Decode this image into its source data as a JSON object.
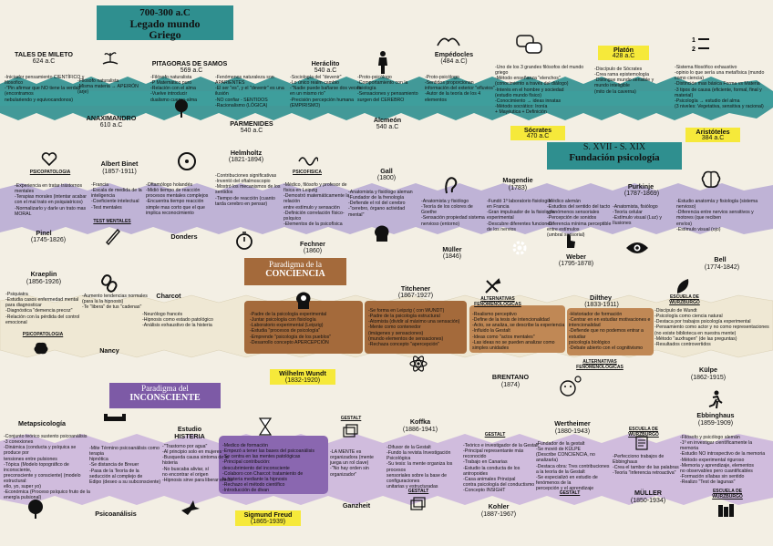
{
  "header": {
    "era": "700-300 a.C",
    "title1": "Legado mundo",
    "title2": "Griego"
  },
  "sections": {
    "psico": {
      "era": "S. XVII - S. XIX",
      "title": "Fundación psicología"
    },
    "conciencia": {
      "small": "Paradigma de la",
      "big": "CONCIENCIA"
    },
    "inconsciente": {
      "small": "Paradigma del",
      "big": "INCONSCIENTE"
    }
  },
  "greek": {
    "tales": {
      "name": "TALES DE MILETO",
      "date": "624 a.C",
      "text": "-Iniciador pensamiento CIENTÍFICO y filosofico\n-\"Pin afirmar que NO tiene la verdad (encontramos\nnebulariendo y equivocandonos)"
    },
    "anaximandro": {
      "name": "ANAXIMANDRO",
      "date": "610 a.C",
      "text": "-Filosofo naturalista\n-Misma materia → APEIRÓN\n(arje)"
    },
    "pitagoras": {
      "name": "PITAGORAS DE SAMOS",
      "date": "569 a.C",
      "text": "-Filósofo naturalista\n-P Matemático puro\n-Relación con el alma\n-Vuelve introducir\n dualismo cuerpo-alma"
    },
    "parmenides": {
      "name": "PARMENIDES",
      "date": "540 a.C",
      "text": "-Fenómenos naturaleza son APARIENTES\n-El ser \"es\", y el \"devenir\" es una ilusión\n-NO confiar - SENTIDOS\n-Racionalismo (LÓGICA)"
    },
    "heraclito": {
      "name": "Heráclito",
      "date": "540 a.C",
      "text": "-Sociología del \"devenir\"\n-Lo único realm cambio\n-\"Nadie puede bañarse dos veces\n en un mismo rio\"\n-Precisión percepción humana (EMPIRISMO)"
    },
    "alcmeon": {
      "name": "Alcmeón",
      "date": "540 a.C",
      "text": "-Proto-psicólogo\n-Comportamiento con la fisiología\n-Sensaciones y pensamiento\n surgen del CEREBRO"
    },
    "empedocles": {
      "name": "Empédocles",
      "date": "(484 a.C)",
      "text": "-Proto-psicólogo\n-Sentidos proporcionan\n información del exterior \"efluvios\"\n-Autor de la teoría de los 4 elementos"
    },
    "socrates": {
      "name": "Sócrates",
      "date": "470 a.C",
      "text": "-Uno de los 3 grandes filósofos del mundo griego\n-Método enseñanza \"elenchos\"\n(conocimiento a través del diálogo)\n-Interés en el hombre y sociedad\n (estudio mundo físico)\n-Conocimiento → ideas innatas\n-Método socrático: Ironía\n + Mayéutica + Definición"
    },
    "platon": {
      "name": "Platón",
      "date": "428 a.C",
      "text": "-Discípulo de Sócrates\n-Crea rama epistemología\n-Distingue mundo sensible y mundo inteligible\n (mito de la caverna)"
    },
    "aristoteles": {
      "name": "Aristóteles",
      "date": "384 a.C",
      "text": "-Sistema filosófico exhaustivo\n-opinio lo que sería una metafísica (mundo como ciencia)\n-Distinción mas básica Forma vs Materia\n-3 tipos de causa (eficiente, formal, final y material)\n-Psicología → estudio del alma\n (3 niveles: Vegetativa, sensitiva y racional)"
    }
  },
  "psico": {
    "icons": {
      "psicopatologia": "PSICOPATOLOGIA",
      "psicofisica": "PSICOFISICA",
      "test": "TEST MENTALES",
      "escuela": "ESCUELA DE WURZBURGO"
    },
    "binet": {
      "name": "Albert Binet",
      "date": "(1857-1911)",
      "text": "-Francia\n-Escala de medida de la inteligencia\n-Coeficiente intelectual\n-Test mentales"
    },
    "pinel": {
      "name": "Pinel",
      "date": "(1745-1826)",
      "text": "-Experiencia en tratar trastornos mentales\n-Terapias morales (intentar acabar con el mal trato en psiquiatricos)\n-Normalizarlo y darle un trato mas MORAL"
    },
    "donders": {
      "name": "Donders",
      "date": "",
      "text": "-Oftamólogo holandés\n-Midió tiempo de reacción\n procesos mentales complejos\n-Encuentra tiempo reacción\n simple mas corto que el que\n implica reconocimiento"
    },
    "helmholtz": {
      "name": "Helmholtz",
      "date": "(1821-1894)",
      "text": "-Contribuciones significativas\n-Inventó del oftalmoscopio\n-Mostró los mecanismos de los sentidos\n-Tiempo de reacción (cuanto tarda cerebro en pensar)"
    },
    "fechner": {
      "name": "Fechner",
      "date": "(1860)",
      "text": "-Médico, filósofo y profesor de física en Leipzig\n-Demostró matemáticamente la relación\n entre estímulo y sensación\n-Definición correlación físico-psíquico\n-Elementos de la psicofísica"
    },
    "gall": {
      "name": "Gall",
      "date": "(1800)",
      "text": "-Anatomista y fisiólogo aleman\n-Fundador de la frenología\n-Defiende el rol del cerebro\n-\"cerebro, órgano actividad mental\""
    },
    "muller": {
      "name": "Müller",
      "date": "(1846)",
      "text": "-Anatomista y fisiólogo\n-Teoría de los colores de Goethe\n-Sensación propiedad sistema nervioso (entorno)"
    },
    "magendie": {
      "name": "Magendie",
      "date": "(1783)",
      "text": "-Fundó 1º laboratorio fisiología en Francia\n-Gran impulsador de la fisiología experimental\n-Descubre diferentes funciones de los nervios"
    },
    "weber": {
      "name": "Weber",
      "date": "(1795-1878)",
      "text": "-Médico alemán\n-Estudios del sentido del tacto y fenómenos sensoriales\n-Percepción de sonidos\n-Diferencia mínima perceptible entre estímulos\n (umbral sensorial)"
    },
    "purkinje": {
      "name": "Purkinje",
      "date": "(1787-1869)",
      "text": "-Anatomista, fisiólogo\n-Teoría celular\n-Estímulo visual (Luz) y Ilusiones"
    },
    "bell": {
      "name": "Bell",
      "date": "(1774-1842)",
      "text": "-Estudio anatomía y fisiología (sistema nervioso)\n-Diferencia entre nervios sensitivos y motores (que reciben\n envíos)\n-Estímulo visual (ojo)"
    }
  },
  "conciencia": {
    "kraeplin": {
      "name": "Kraeplin",
      "date": "(1856-1926)",
      "text": "-Psiquiatra\n-Estudia casos enfermedad mental para diagnosticar\n-Diagnóstica \"demencia precoz\"\n-Relación con la pérdida del control emocional"
    },
    "nancy": {
      "name": "Nancy",
      "date": "",
      "text": "-Aumento tendencias normales (para la la hipnosis)\n-Te \"libera\" de tus \"cadenas\""
    },
    "charcot": {
      "name": "Charcot",
      "date": "",
      "text": "-Neurólogo francés\n-Hipnosis como estado patológico\n-Análisis exhaustivo de la histeria"
    },
    "wundt": {
      "name": "Wilhelm Wundt",
      "date": "(1832-1920)",
      "text": "-Padre de la psicología experimental\n-Juntar psicología con fisiología\n-Laboratorio experimental (Leipzig)\n-Estudia \"procesos de psicología\"\n-Emprende \"psicología de los pueblos\"\n-Desarrollo concepto APERCEPCIÓN"
    },
    "titchener": {
      "name": "Titchener",
      "date": "(1867-1927)",
      "text": "-Se forma en Leipzig ( con WUNDT)\n-Padre de la psicología estructural\n-Atomista (dividir al máximo una sensación)\n-Mente como contenedor\n (imágenes y sensaciones)\n (mundo elementos de sensaciones)\n-Rechaza concepto \"apercepción\""
    },
    "brentano": {
      "name": "BRENTANO",
      "date": "(1874)",
      "text": "-Realismo perceptivo\n-Define de la tesis de intencionalidad\n-Acto, se analiza, se describe la experiencia\n-Influido la Gestalt\n-Ideas como \"actos mentales\"\n-Las ideas no se pueden analizar como simples unidades"
    },
    "alternativas1": "ALTERNATIVAS FENOMENOLÓGICAS",
    "alternativas2": "ALTERNATIVAS FENOMENOLÓGICAS",
    "dilthey": {
      "name": "Dilthey",
      "date": "(1833-1911)",
      "text": "-Historiador de formación\n-Centrar en en estudiar motivaciones e intencionalidad\n-Defiende que no podemos entrar a estudiar\n psicología biológico\n-Debate abierto con el cognitivismo"
    },
    "kulpe": {
      "name": "Külpe",
      "date": "(1862-1915)",
      "text": "-Discípulo de Wundt\n-Psicología como ciencia natural\n-Destaca por trabajos psicología experimental\n-Pensamiento como actor y no como representaciones\n (no existe biblioteca en nuestra mente)\n-Método \"auxfragen\" (de las preguntas)\n-Resultados controvertidos"
    }
  },
  "inconsciente": {
    "metapsicologia": {
      "name": "Metapsicología",
      "text": "-Conjunto teórico sustento psicoanálisis\n-3 conexiones\n-Dinámica (conducta y psíquica se produce por\n tensiones entre pulsiones\n-Tópica (Modelo topográfico de inconsciente,\n preconsciente y consciente) (modelo estructural:\n ello, yo, super yo)\n-Económica (Proceso psíquico fruto de la energía pulsional)"
    },
    "psicoanalisis": {
      "name": "Psicoanálisis",
      "text": "-Mite Término psicoanálisis como terapia\n hipnótica\n-Se distancia de Breuer\n-Pasa de la Teoría de la\n seducción al complejo de\n Edipo (deseo a su subconsciente)"
    },
    "estudio": {
      "name": "Estudio HISTERIA",
      "text": "-\"Trastorno por agua\"\n-Al principio solo en mujeres\n-Busqueda causa sintoma de la histeria\n-No buscaba aliviar, sí\n no encontrar el origen\n-Hipnosis sirve para liberar efecto"
    },
    "freud": {
      "name": "Sigmund Freud",
      "date": "(1865-1939)",
      "text": "-Medico de formación\n-Empezó a tener las bases del psicoanálisis\n-Se centra en las mentes patológicas\n-Principal contribución:\n descubrimiento del inconsciente\n-Colaboro con Charcot: tratamiento de\n la histeria mediante la hipnosis\n-Rechazo el método científico\n-Introducción de divan"
    },
    "gestalt": "GESTALT",
    "ganzheit": {
      "name": "Ganzheit",
      "text": "-LA MENTE es organizadora (mente juega un rol clave)\n-\"No hay orden sin organizador\""
    },
    "koffka": {
      "name": "Koffka",
      "date": "(1886-1941)",
      "text": "-Difusor de la Gestalt\n-Fundo la revista Investigación Psicológica\n-Su tesis: la mente organiza los procesos\n sensoriales sobre la base de configuraciones\n unitarias y estructuradas"
    },
    "kohler": {
      "name": "Kohler",
      "date": "(1887-1967)",
      "text": "-Teórico e investigador de la Gestalt\n-Principal representante más reconocido\n-Trabajo en Canarias\n-Estudio la conducta de los antropoides\n-Casa animales Principal\n contra psicología del conductismo\n-Concepto INSIGHT"
    },
    "wertheimer": {
      "name": "Wertheimer",
      "date": "(1880-1943)",
      "text": "-Fundador de la gestalt\n-Se movió de KÜLPE\n (Describe CONCIENCIA, no analizarla)\n-Destaca obra: Tres contribuciones a la teoría de la Gestalt\n-Se especializó en estudio de fenómenos de la\n percepción y el aprendizaje"
    },
    "muller2": {
      "name": "MÜLLER",
      "date": "(1850-1934)",
      "text": "-Perfecciono trabajos de Ebbinghaus\n-Crea el tambor de las palabras\n-Teoría \"inferencia retroactiva\""
    },
    "ebbinghaus": {
      "name": "Ebbinghaus",
      "date": "(1859-1909)",
      "text": "-Filósofo y psicólogo alemán\n-1º en investigar científicamente la memoria\n-Estudio NO introspectivo de la memoria\n-Método experimental riguroso\n-Memoria y aprendizaje, elementos\n no observables pero cuantificables\n-Formación sílabas sin sentido\n-Realizo \"Test de lagunas\""
    },
    "escuela2": "ESCUELA DE WURZBURGO",
    "escuela3": "ESCUELA DE WURZBURGO"
  },
  "colors": {
    "teal": "#2f8f8f",
    "yellow": "#f6e93a",
    "purple": "#7d6ba7",
    "brown": "#a46a3b",
    "lilac": "#b5a8d4"
  }
}
